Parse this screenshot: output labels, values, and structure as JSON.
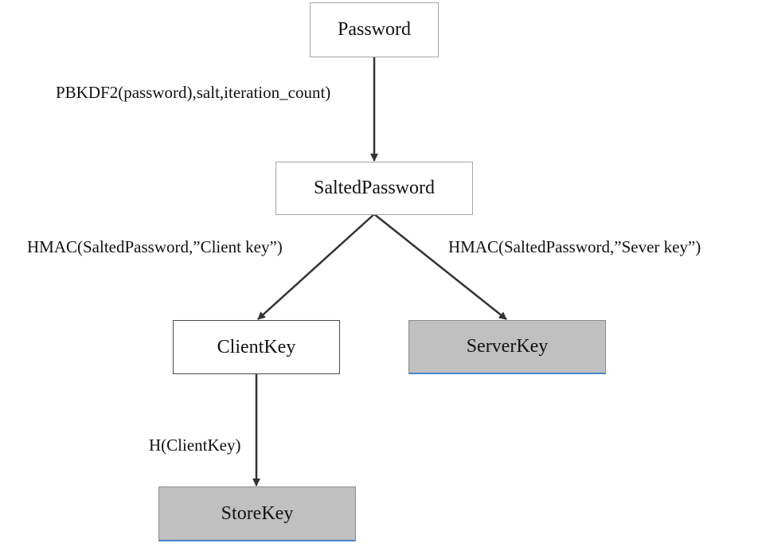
{
  "nodes": {
    "password": "Password",
    "salted_password": "SaltedPassword",
    "client_key": "ClientKey",
    "server_key": "ServerKey",
    "store_key": "StoreKey"
  },
  "edges": {
    "pbkdf2": "PBKDF2(password),salt,iteration_count)",
    "hmac_client": "HMAC(SaltedPassword,”Client key”)",
    "hmac_server": "HMAC(SaltedPassword,”Sever key”)",
    "hash_client": "H(ClientKey)"
  },
  "colors": {
    "arrow": "#333333",
    "gray_fill": "#c0c0c0",
    "accent_border": "#4a86c5"
  }
}
